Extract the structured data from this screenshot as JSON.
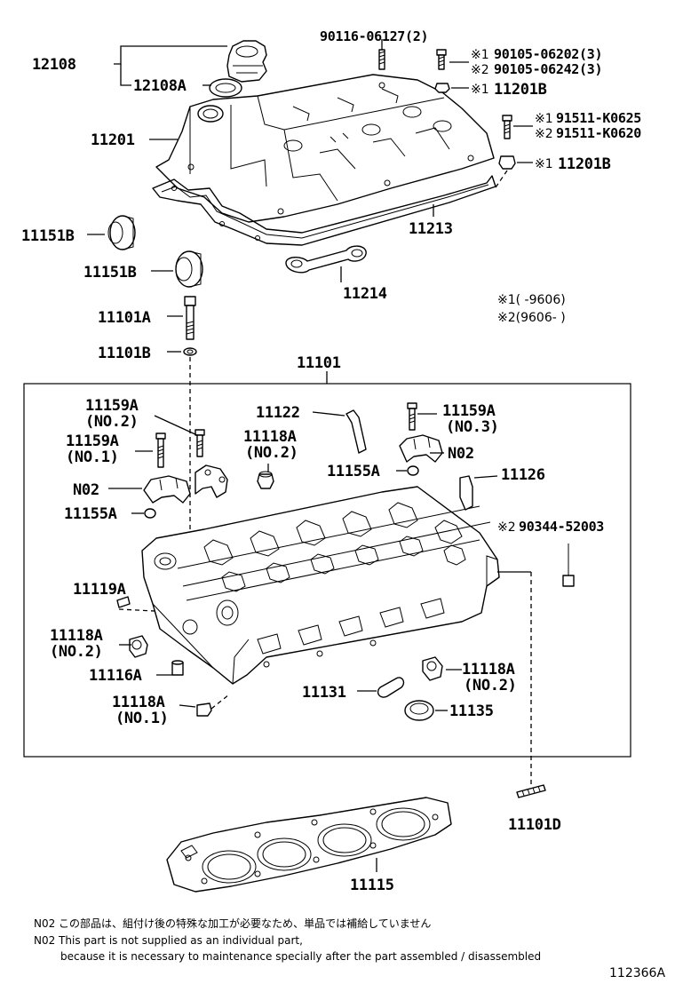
{
  "labels": {
    "p12108": "12108",
    "p12108A": "12108A",
    "p11201": "11201",
    "p90116": "90116-06127(2)",
    "m1a": "※1",
    "p90105a": "90105-06202(3)",
    "m2a": "※2",
    "p90105b": "90105-06242(3)",
    "m1b": "※1",
    "p11201B_top": "11201B",
    "m1c": "※1",
    "p91511a": "91511-K0625",
    "m2c": "※2",
    "p91511b": "91511-K0620",
    "m1d": "※1",
    "p11201B_mid": "11201B",
    "p11151B_a": "11151B",
    "p11151B_b": "11151B",
    "p11213": "11213",
    "p11214": "11214",
    "legend1": "※1(     -9606)",
    "legend2": "※2(9606-     )",
    "p11101A": "11101A",
    "p11101B": "11101B",
    "p11101": "11101",
    "p11159A_1": "11159A",
    "p11159A_1_sub": "(NO.2)",
    "p11122": "11122",
    "p11159A_3": "11159A",
    "p11159A_3_sub": "(NO.3)",
    "p11118A_top": "11118A",
    "p11118A_top_sub": "(NO.2)",
    "p11159A_2": "11159A",
    "p11159A_2_sub": "(NO.1)",
    "pN02_right": "N02",
    "p11155A_right": "11155A",
    "p11126": "11126",
    "pN02_left": "N02",
    "p11155A_left": "11155A",
    "m2_90344": "※2",
    "p90344": "90344-52003",
    "p11119A": "11119A",
    "p11118A_left": "11118A",
    "p11118A_left_sub": "(NO.2)",
    "p11116A": "11116A",
    "p11118A_right": "11118A",
    "p11118A_right_sub": "(NO.2)",
    "p11131": "11131",
    "p11135": "11135",
    "p11118A_bot": "11118A",
    "p11118A_bot_sub": "(NO.1)",
    "p11101D": "11101D",
    "p11115": "11115"
  },
  "notes": {
    "jp": "N02 この部品は、組付け後の特殊な加工が必要なため、単品では補給していません",
    "en1": "N02 This part is not supplied as an individual part,",
    "en2": "because it is necessary to maintenance specially after the part assembled / disassembled"
  },
  "ref_code": "112366A"
}
